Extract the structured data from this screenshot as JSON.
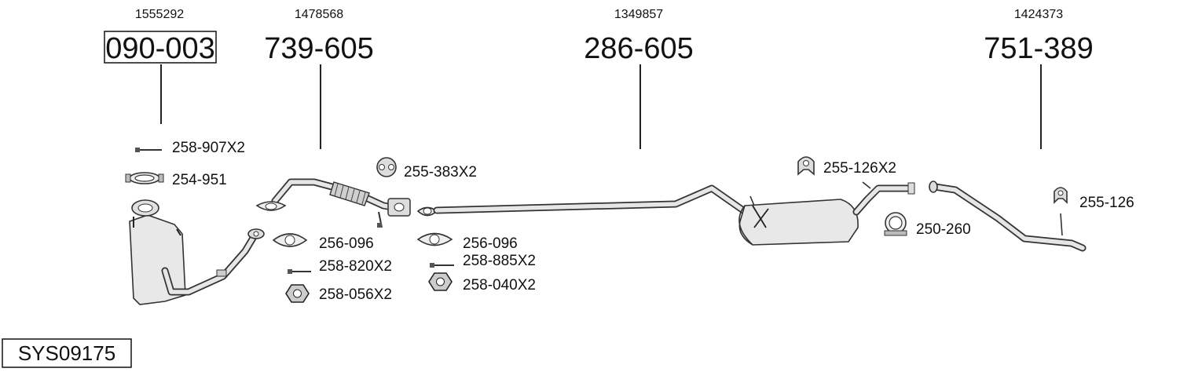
{
  "groups": [
    {
      "oem": "1555292",
      "part": "090-003"
    },
    {
      "oem": "1478568",
      "part": "739-605"
    },
    {
      "oem": "1349857",
      "part": "286-605"
    },
    {
      "oem": "1424373",
      "part": "751-389"
    }
  ],
  "accessories": {
    "a1": "258-907X2",
    "a2": "254-951",
    "a3": "255-383X2",
    "a4": "256-096",
    "a5": "258-820X2",
    "a6": "258-056X2",
    "a7": "256-096",
    "a8": "258-885X2",
    "a9": "258-040X2",
    "a10": "255-126X2",
    "a11": "250-260",
    "a12": "255-126"
  },
  "system_id": "SYS09175"
}
